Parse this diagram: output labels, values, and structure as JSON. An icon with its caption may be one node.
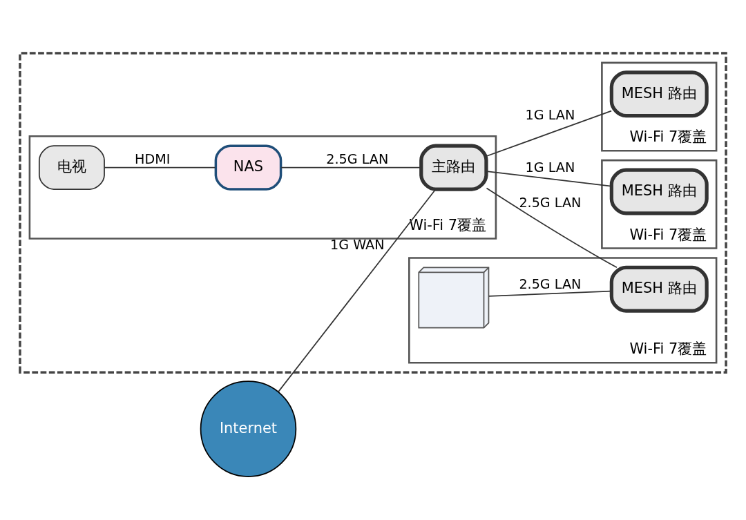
{
  "diagram": {
    "nodes": [
      {
        "text": [],
        "shape": "box"
      },
      {
        "text": [
          "Wi-Fi 7覆盖"
        ],
        "in": 0
      },
      {
        "text": [
          "电视"
        ],
        "in": 1
      },
      {
        "text": [
          "NAS"
        ],
        "in": 1
      },
      {
        "text": [
          "主路由"
        ],
        "in": 1
      },
      {
        "text": [
          "Wi-Fi 7覆盖"
        ],
        "in": 0
      },
      {
        "text": [],
        "shape": "computer",
        "in": 5
      },
      {
        "text": [
          "MESH 路由"
        ],
        "in": 5
      },
      {
        "text": [
          "Wi-Fi 7覆盖"
        ],
        "in": 0
      },
      {
        "text": [
          "MESH 路由"
        ],
        "in": 8
      },
      {
        "text": [
          "Wi-Fi 7覆盖"
        ],
        "in": 0
      },
      {
        "text": [
          "MESH 路由"
        ],
        "in": 10
      },
      {
        "text": [
          "Internet"
        ]
      }
    ],
    "edges": [
      {
        "from": 2,
        "to": 3,
        "label": "HDMI",
        "arrow": "none"
      },
      {
        "from": 3,
        "to": 4,
        "label": "2.5G LAN",
        "arrow": "none"
      },
      {
        "from": 6,
        "to": 7,
        "label": "2.5G LAN",
        "arrow": "none"
      },
      {
        "from": 12,
        "to": 4,
        "label": "1G WAN",
        "arrow": "none"
      },
      {
        "from": 4,
        "to": 7,
        "label": "2.5G LAN",
        "arrow": "none"
      },
      {
        "from": 4,
        "to": 9,
        "label": "1G LAN",
        "arrow": "none"
      },
      {
        "from": 4,
        "to": 11,
        "label": "1G LAN",
        "arrow": "none"
      }
    ]
  }
}
